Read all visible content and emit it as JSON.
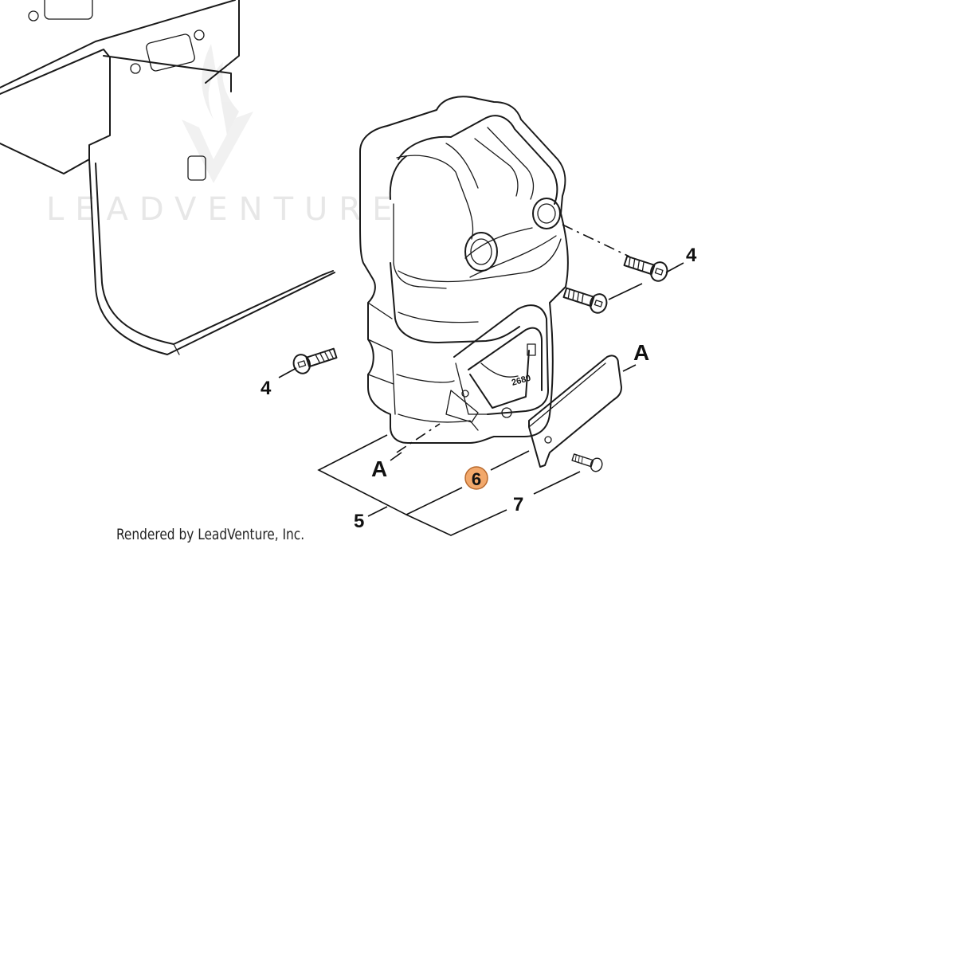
{
  "watermark": {
    "text": "LEADVENTURE"
  },
  "credit": {
    "text": "Rendered by LeadVenture, Inc."
  },
  "muffler_label": {
    "text": "2680"
  },
  "callouts": [
    {
      "id": "screw-upper-right",
      "text": "4"
    },
    {
      "id": "screw-left",
      "text": "4"
    },
    {
      "id": "view-a-right",
      "text": "A"
    },
    {
      "id": "view-a-left",
      "text": "A"
    },
    {
      "id": "item-6",
      "text": "6",
      "highlighted": true
    },
    {
      "id": "item-7",
      "text": "7"
    },
    {
      "id": "item-5",
      "text": "5"
    }
  ],
  "colors": {
    "highlight_fill": "#f2a86b",
    "highlight_stroke": "#b86a2e",
    "line": "#1a1a1a"
  }
}
